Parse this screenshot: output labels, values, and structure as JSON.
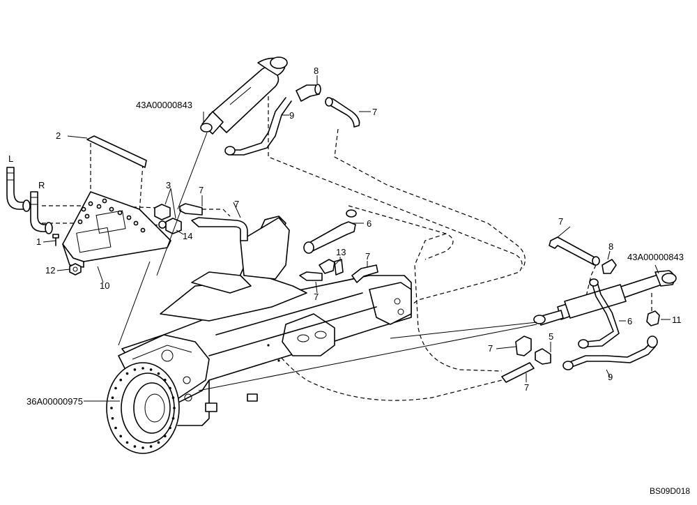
{
  "labels": {
    "part_1": "1",
    "part_2": "2",
    "part_3": "3",
    "part_5": "5",
    "part_6_top": "6",
    "part_6_right": "6",
    "part_7_a": "7",
    "part_7_b": "7",
    "part_7_c": "7",
    "part_7_d": "7",
    "part_7_e": "7",
    "part_7_f": "7",
    "part_7_g": "7",
    "part_7_h": "7",
    "part_8_top": "8",
    "part_8_right": "8",
    "part_9_top": "9",
    "part_9_right": "9",
    "part_10": "10",
    "part_11": "11",
    "part_12": "12",
    "part_13": "13",
    "part_14": "14",
    "hose_L": "L",
    "hose_R": "R",
    "cylinder_left_ref": "43A00000843",
    "cylinder_right_ref": "43A00000843",
    "axle_ref": "36A00000975",
    "drawing_code": "BS09D018"
  }
}
